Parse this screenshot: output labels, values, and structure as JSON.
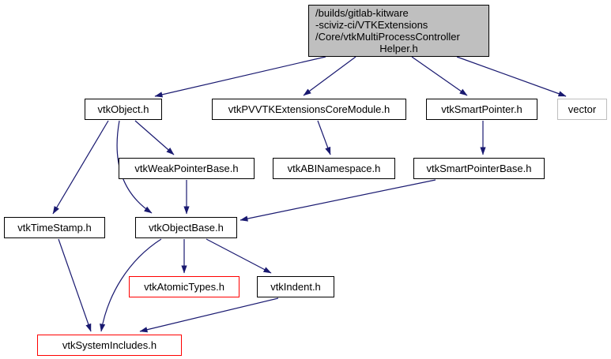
{
  "graph": {
    "type": "include-dependency-graph",
    "colors": {
      "edge": "#191970",
      "main_node_fill": "#bfbfbf",
      "node_border": "#000000",
      "truncated_node_border": "#ff0000",
      "external_node_border": "#bebebe",
      "background": "#ffffff",
      "text": "#000000"
    },
    "main_node": {
      "id": "main",
      "label_lines": {
        "0": "/builds/gitlab-kitware",
        "1": "-sciviz-ci/VTKExtensions",
        "2": "/Core/vtkMultiProcessController",
        "3": "Helper.h"
      },
      "full_path": "/builds/gitlab-kitware-sciviz-ci/VTKExtensions/Core/vtkMultiProcessControllerHelper.h"
    },
    "nodes": [
      {
        "id": "vtkObject",
        "label": "vtkObject.h",
        "style": "linked"
      },
      {
        "id": "vtkPVVTKExtensionsCoreModule",
        "label": "vtkPVVTKExtensionsCoreModule.h",
        "style": "linked"
      },
      {
        "id": "vtkSmartPointer",
        "label": "vtkSmartPointer.h",
        "style": "linked"
      },
      {
        "id": "vector",
        "label": "vector",
        "style": "external"
      },
      {
        "id": "vtkWeakPointerBase",
        "label": "vtkWeakPointerBase.h",
        "style": "linked"
      },
      {
        "id": "vtkABINamespace",
        "label": "vtkABINamespace.h",
        "style": "linked"
      },
      {
        "id": "vtkSmartPointerBase",
        "label": "vtkSmartPointerBase.h",
        "style": "linked"
      },
      {
        "id": "vtkTimeStamp",
        "label": "vtkTimeStamp.h",
        "style": "linked"
      },
      {
        "id": "vtkObjectBase",
        "label": "vtkObjectBase.h",
        "style": "linked"
      },
      {
        "id": "vtkAtomicTypes",
        "label": "vtkAtomicTypes.h",
        "style": "truncated"
      },
      {
        "id": "vtkIndent",
        "label": "vtkIndent.h",
        "style": "linked"
      },
      {
        "id": "vtkSystemIncludes",
        "label": "vtkSystemIncludes.h",
        "style": "truncated"
      }
    ],
    "edges": [
      {
        "from": "main",
        "to": "vtkObject.h"
      },
      {
        "from": "main",
        "to": "vtkPVVTKExtensionsCoreModule.h"
      },
      {
        "from": "main",
        "to": "vtkSmartPointer.h"
      },
      {
        "from": "main",
        "to": "vector"
      },
      {
        "from": "vtkObject.h",
        "to": "vtkTimeStamp.h"
      },
      {
        "from": "vtkObject.h",
        "to": "vtkObjectBase.h"
      },
      {
        "from": "vtkObject.h",
        "to": "vtkWeakPointerBase.h"
      },
      {
        "from": "vtkWeakPointerBase.h",
        "to": "vtkObjectBase.h"
      },
      {
        "from": "vtkPVVTKExtensionsCoreModule.h",
        "to": "vtkABINamespace.h"
      },
      {
        "from": "vtkSmartPointer.h",
        "to": "vtkSmartPointerBase.h"
      },
      {
        "from": "vtkSmartPointerBase.h",
        "to": "vtkObjectBase.h"
      },
      {
        "from": "vtkTimeStamp.h",
        "to": "vtkSystemIncludes.h"
      },
      {
        "from": "vtkObjectBase.h",
        "to": "vtkSystemIncludes.h"
      },
      {
        "from": "vtkObjectBase.h",
        "to": "vtkAtomicTypes.h"
      },
      {
        "from": "vtkObjectBase.h",
        "to": "vtkIndent.h"
      },
      {
        "from": "vtkIndent.h",
        "to": "vtkSystemIncludes.h"
      }
    ]
  }
}
